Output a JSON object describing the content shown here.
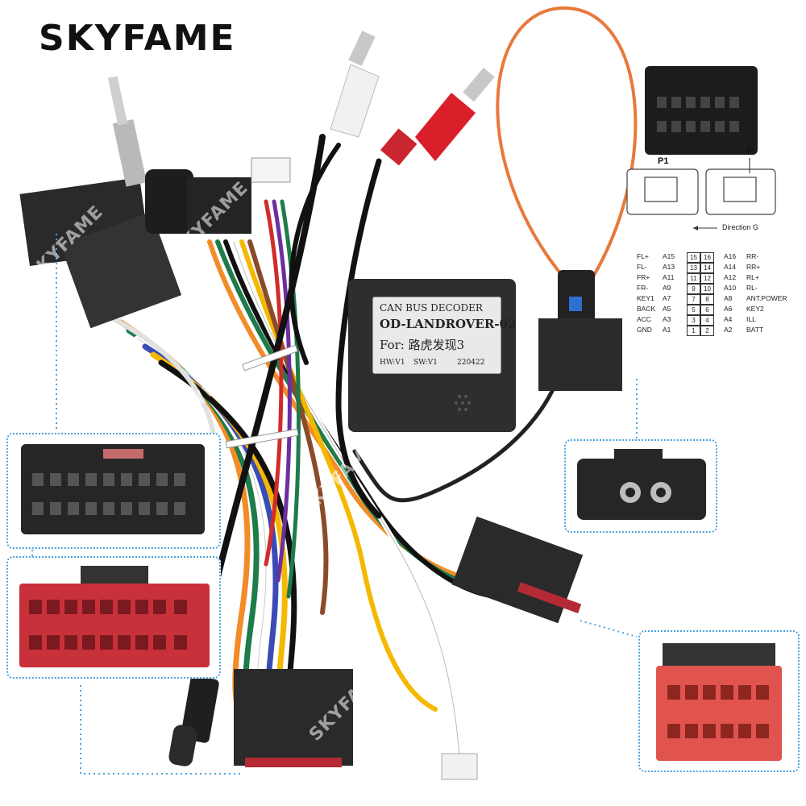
{
  "brand": {
    "logo_text": "SKYFAME",
    "watermark": "SKYFAME"
  },
  "decoder": {
    "line1": "CAN BUS DECODER",
    "line2": "OD-LANDROVER-02",
    "line3": "For: 路虎发现3",
    "hw": "HW:V1",
    "sw": "SW:V1",
    "code": "220422"
  },
  "connector_diagram": {
    "label_p1": "P1",
    "label_g": "G",
    "direction": "Direction G"
  },
  "pinout": {
    "rows": [
      {
        "left_name": "FL+",
        "left_pin": "A15",
        "l": "15",
        "r": "16",
        "right_pin": "A16",
        "right_name": "RR-"
      },
      {
        "left_name": "FL-",
        "left_pin": "A13",
        "l": "13",
        "r": "14",
        "right_pin": "A14",
        "right_name": "RR+"
      },
      {
        "left_name": "FR+",
        "left_pin": "A11",
        "l": "11",
        "r": "12",
        "right_pin": "A12",
        "right_name": "RL+"
      },
      {
        "left_name": "FR-",
        "left_pin": "A9",
        "l": "9",
        "r": "10",
        "right_pin": "A10",
        "right_name": "RL-"
      },
      {
        "left_name": "KEY1",
        "left_pin": "A7",
        "l": "7",
        "r": "8",
        "right_pin": "A8",
        "right_name": "ANT.POWER"
      },
      {
        "left_name": "BACK",
        "left_pin": "A5",
        "l": "5",
        "r": "6",
        "right_pin": "A6",
        "right_name": "KEY2"
      },
      {
        "left_name": "ACC",
        "left_pin": "A3",
        "l": "3",
        "r": "4",
        "right_pin": "A4",
        "right_name": "ILL"
      },
      {
        "left_name": "GND",
        "left_pin": "A1",
        "l": "1",
        "r": "2",
        "right_pin": "A2",
        "right_name": "BATT"
      }
    ]
  }
}
